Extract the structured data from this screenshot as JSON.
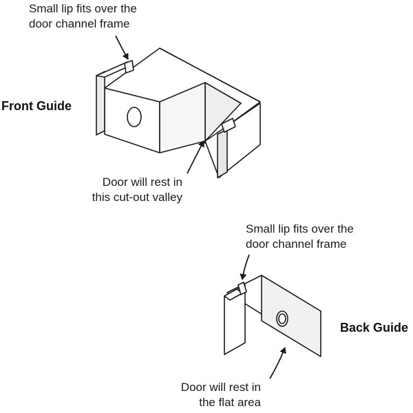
{
  "colors": {
    "ink": "#1a1a1a",
    "face_light": "#ffffff",
    "face_mid": "#f2f2f2",
    "face_dark": "#e3e3e3"
  },
  "front_guide": {
    "title": "Front Guide",
    "lip_callout": [
      "Small lip fits over the",
      "door channel frame"
    ],
    "rest_callout": [
      "Door will rest in",
      "this cut-out valley"
    ]
  },
  "back_guide": {
    "title": "Back Guide",
    "lip_callout": [
      "Small lip fits over the",
      "door channel frame"
    ],
    "rest_callout": [
      "Door will rest in",
      "the flat area"
    ]
  }
}
